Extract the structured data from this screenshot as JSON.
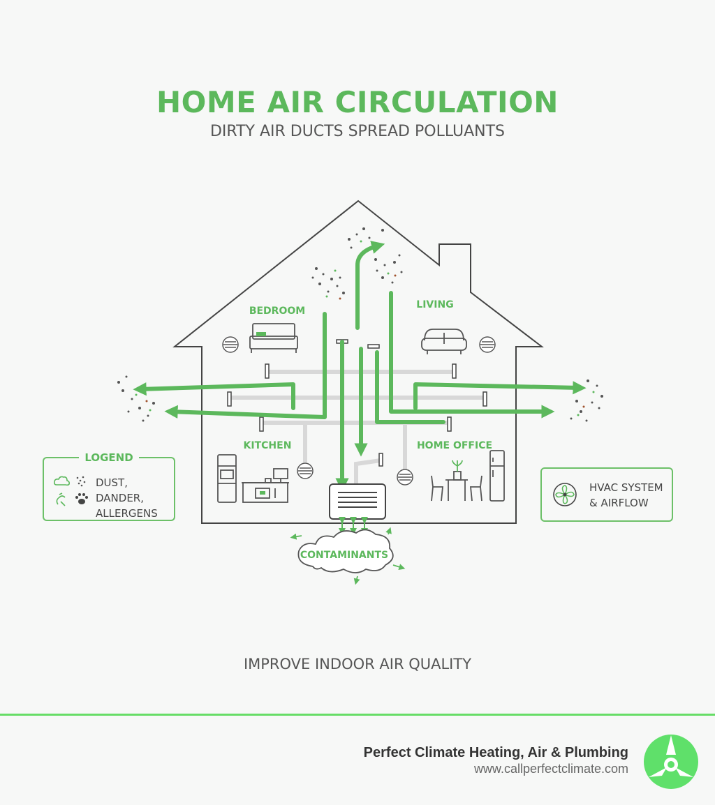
{
  "title": "HOME AIR CIRCULATION",
  "subtitle": "DIRTY AIR DUCTS SPREAD POLLUANTS",
  "rooms": {
    "bedroom": "BEDROOM",
    "living": "LIVING",
    "kitchen": "KITCHEN",
    "home_office": "HOME OFFICE"
  },
  "contaminants_label": "CONTAMINANTS",
  "legend": {
    "title": "LOGEND",
    "line1": "DUST, DANDER,",
    "line2": "ALLERGENS"
  },
  "hvac_card": {
    "line1": "HVAC SYSTEM",
    "line2": "& AIRFLOW"
  },
  "footer_caption": "IMPROVE INDOOR AIR QUALITY",
  "brand": {
    "name": "Perfect Climate Heating, Air & Plumbing",
    "url": "www.callperfectclimate.com"
  },
  "colors": {
    "accent": "#5cb85c",
    "title": "#5cb85c",
    "outline": "#444444",
    "duct": "#d8d8d8",
    "footer_bar": "#66dd66",
    "logo": "#5fe06a"
  },
  "icons": [
    "bed-icon",
    "sofa-icon",
    "kitchen-appliances-icon",
    "dining-table-icon",
    "vent-icon",
    "hvac-unit-icon",
    "fan-icon",
    "cloud-icon",
    "paw-icon"
  ]
}
